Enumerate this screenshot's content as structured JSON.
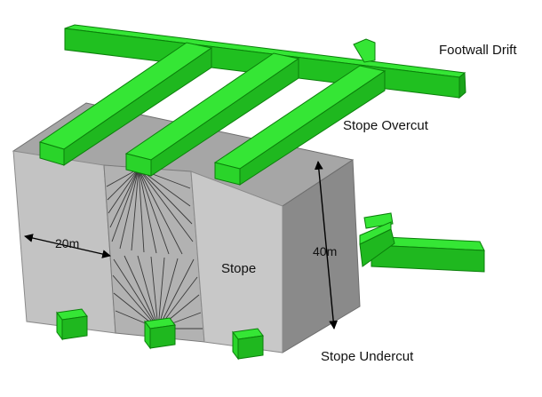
{
  "labels": {
    "footwall_drift": "Footwall Drift",
    "stope_overcut": "Stope Overcut",
    "stope": "Stope",
    "stope_undercut": "Stope Undercut",
    "width_dim": "20m",
    "height_dim": "40m"
  },
  "colors": {
    "drift_top": "#35e635",
    "drift_side": "#1fb81f",
    "drift_edge": "#0b7f0b",
    "stope_front": "#c3c3c3",
    "stope_side": "#8a8a8a",
    "stope_top": "#a6a6a6",
    "blasted_face": "#b2b2b2",
    "drill_line": "#3a3a3a",
    "dimension": "#000000"
  },
  "icons": {
    "dimension_arrow": "double-headed-arrow",
    "fan_drilling": "drill-hole-fan"
  }
}
